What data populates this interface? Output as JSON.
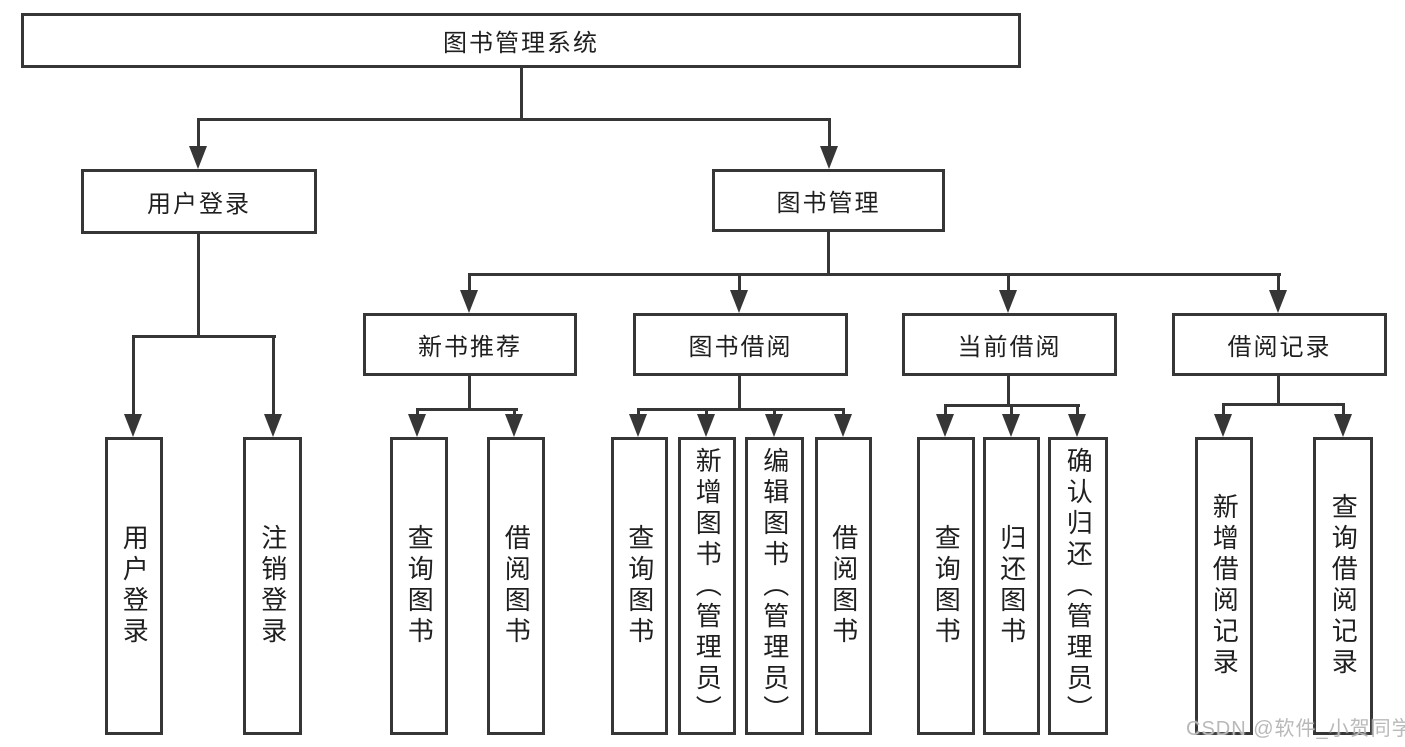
{
  "diagram": {
    "root": {
      "label": "图书管理系统"
    },
    "level2": [
      {
        "label": "用户登录"
      },
      {
        "label": "图书管理"
      }
    ],
    "level3": [
      {
        "label": "新书推荐"
      },
      {
        "label": "图书借阅"
      },
      {
        "label": "当前借阅"
      },
      {
        "label": "借阅记录"
      }
    ],
    "leaves": {
      "user_login": [
        "用户登录",
        "注销登录"
      ],
      "new_book_rec": [
        "查询图书",
        "借阅图书"
      ],
      "book_borrow": [
        "查询图书",
        "新增图书（管理员）",
        "编辑图书（管理员）",
        "借阅图书"
      ],
      "current_borrow": [
        "查询图书",
        "归还图书",
        "确认归还（管理员）"
      ],
      "borrow_records": [
        "新增借阅记录",
        "查询借阅记录"
      ]
    },
    "colors": {
      "line": "#363636",
      "text": "#1f1f1f",
      "background": "#ffffff",
      "watermark": "#b9b9b9"
    }
  },
  "watermark": {
    "text": "CSDN @软件_小贺同学"
  }
}
